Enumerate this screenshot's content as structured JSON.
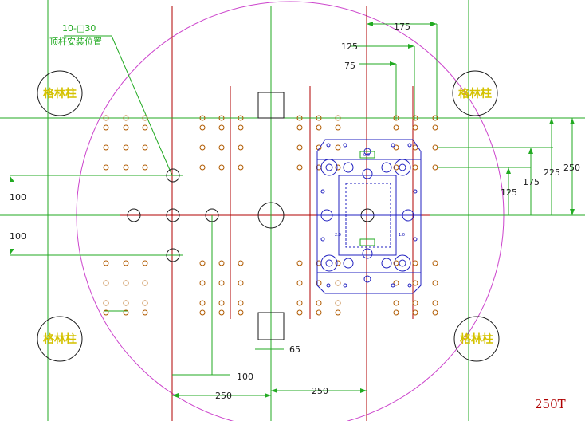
{
  "title": "250T",
  "ejector_note": [
    "10-□30",
    "顶杆安装位置"
  ],
  "tie_bar_label": "格林柱",
  "dims": {
    "d175_top": "175",
    "d125_top": "125",
    "d75_top": "75",
    "d250_right": "250",
    "d225_right": "225",
    "d175_right": "175",
    "d125_right": "125",
    "d100_left_a": "100",
    "d100_left_b": "100",
    "d65": "65",
    "d100_bottom": "100",
    "d250_bottom_a": "250",
    "d250_bottom_b": "250"
  },
  "mold_small_labels": [
    "2.0",
    "1.0",
    "0.0"
  ],
  "colors": {
    "circle": "#cc44cc",
    "red": "#b00000",
    "green": "#22aa22",
    "blue": "#2020c0",
    "hole": "#b05a00",
    "tiebar": "#d4c200"
  }
}
